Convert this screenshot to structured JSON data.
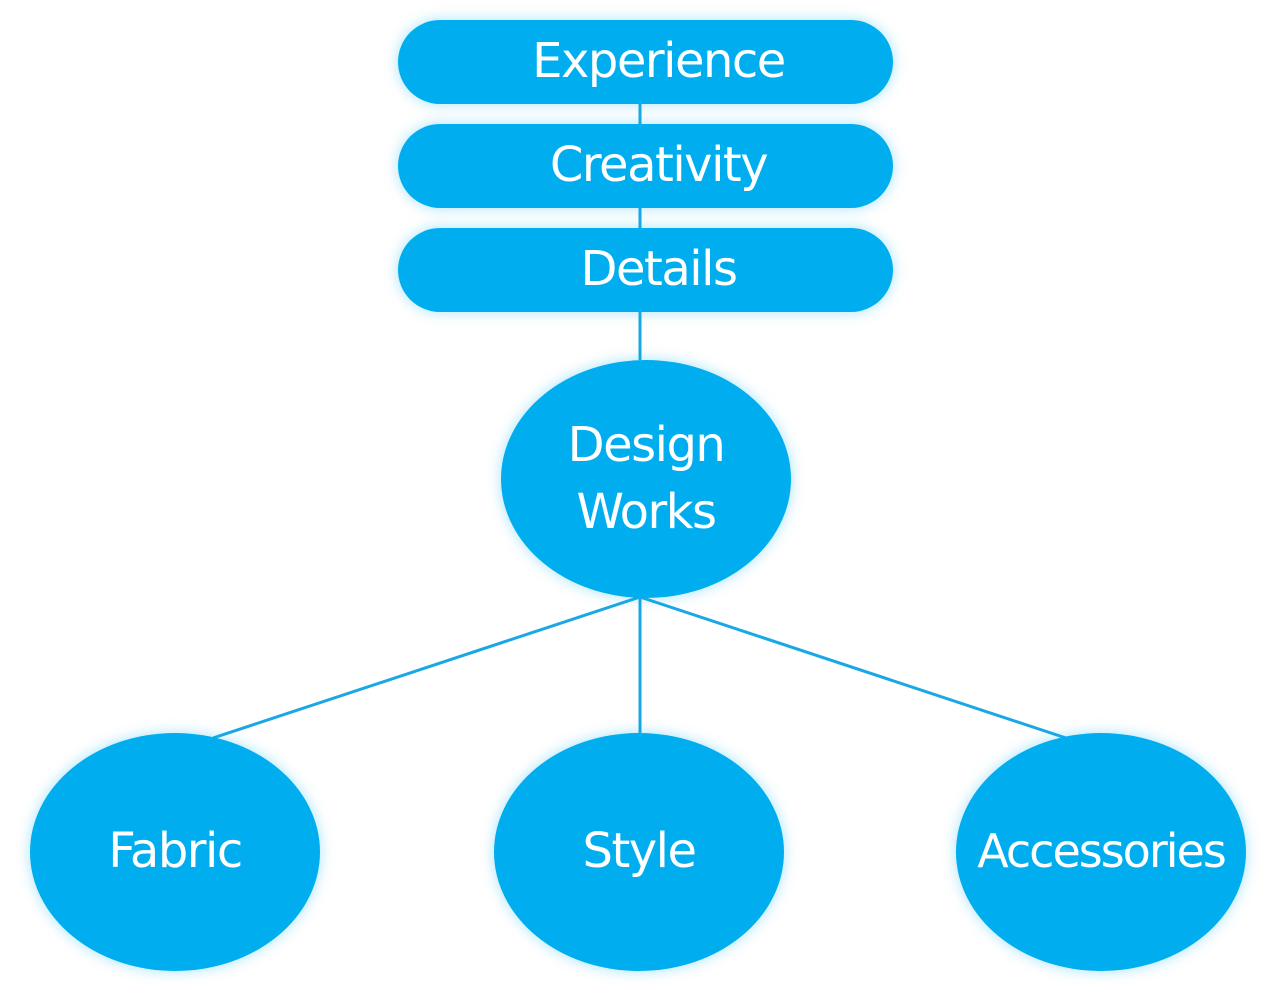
{
  "colors": {
    "node_fill": "#00AEEF",
    "connector": "#1AA7E6",
    "text": "#FFFFFF"
  },
  "hierarchy": {
    "experience": "Experience",
    "creativity": "Creativity",
    "details": "Details"
  },
  "center": {
    "line1": "Design",
    "line2": "Works"
  },
  "children": {
    "fabric": "Fabric",
    "style": "Style",
    "accessories": "Accessories"
  }
}
